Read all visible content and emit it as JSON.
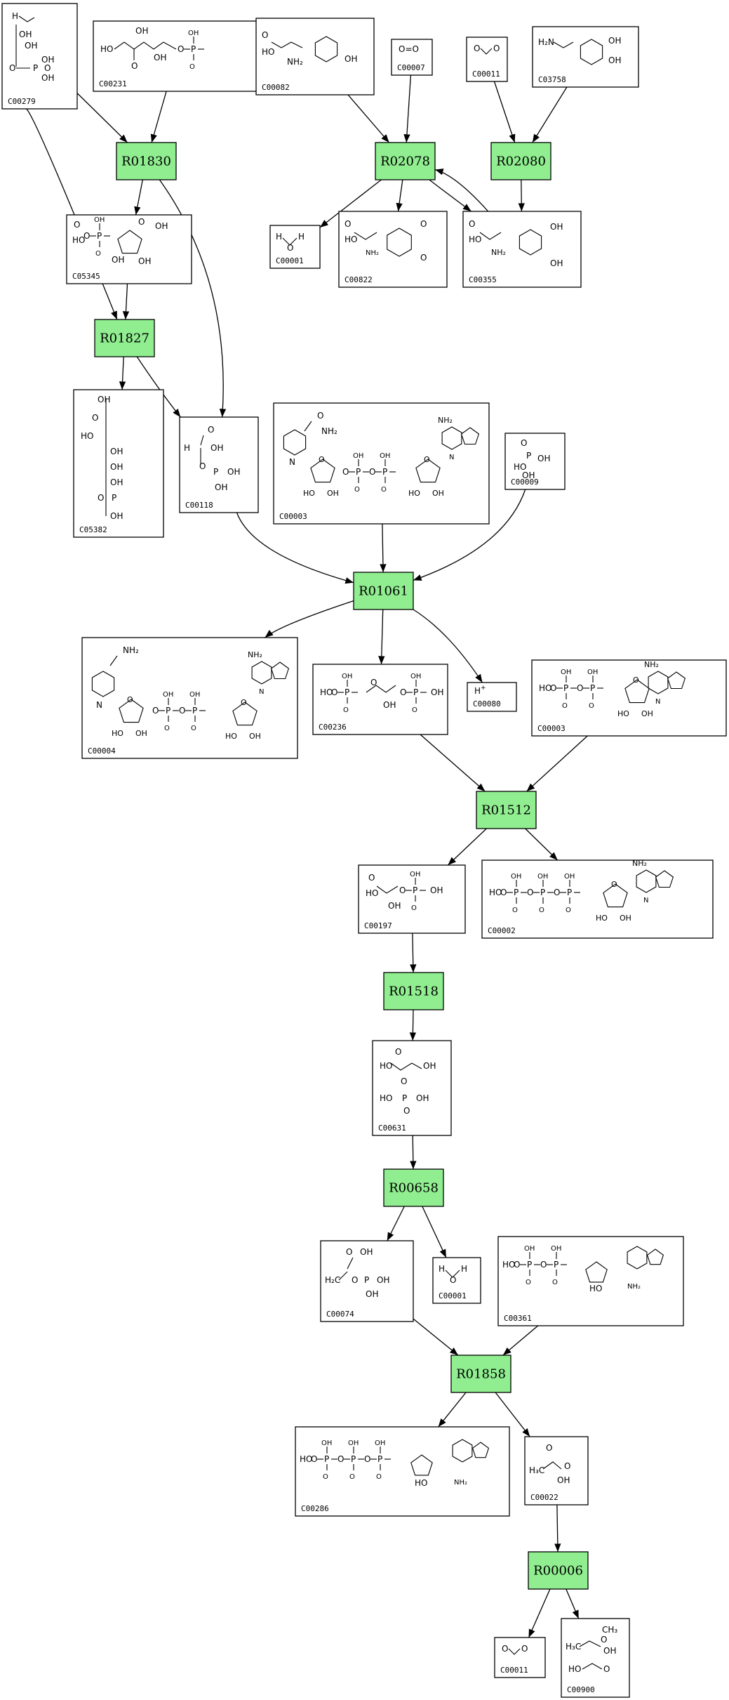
{
  "colors": {
    "reaction_fill": "#90ee90",
    "stroke": "#000000",
    "background": "#ffffff"
  },
  "reactions": [
    {
      "id": "R01830"
    },
    {
      "id": "R02078"
    },
    {
      "id": "R02080"
    },
    {
      "id": "R01827"
    },
    {
      "id": "R01061"
    },
    {
      "id": "R01512"
    },
    {
      "id": "R01518"
    },
    {
      "id": "R00658"
    },
    {
      "id": "R01858"
    },
    {
      "id": "R00006"
    }
  ],
  "compounds": [
    {
      "id": "C00279",
      "structure": "aldehyde / OH / OH / phosphate chain"
    },
    {
      "id": "C00231",
      "structure": "ketopentose phosphate chain"
    },
    {
      "id": "C00082",
      "structure": "L-tyrosine"
    },
    {
      "id": "C00007",
      "structure": "O=O"
    },
    {
      "id": "C00011",
      "structure": "O=C=O"
    },
    {
      "id": "C03758",
      "structure": "dopamine"
    },
    {
      "id": "C00001",
      "structure": "H2O"
    },
    {
      "id": "C00822",
      "structure": "dopaquinone"
    },
    {
      "id": "C00355",
      "structure": "L-DOPA"
    },
    {
      "id": "C05345",
      "structure": "fructofuranose 6-phosphate ring"
    },
    {
      "id": "C05382",
      "structure": "heptulose phosphate chain"
    },
    {
      "id": "C00118",
      "structure": "glyceraldehyde 3-phosphate"
    },
    {
      "id": "C00003",
      "structure": "NAD+"
    },
    {
      "id": "C00009",
      "structure": "phosphate"
    },
    {
      "id": "C00004",
      "structure": "NADH"
    },
    {
      "id": "C00236",
      "structure": "1,3-bisphosphoglycerate"
    },
    {
      "id": "C00080",
      "structure": "H+"
    },
    {
      "id": "C00008",
      "structure": "ADP",
      "label": "C00003"
    },
    {
      "id": "C00197",
      "structure": "3-phosphoglycerate"
    },
    {
      "id": "C00002",
      "structure": "ATP"
    },
    {
      "id": "C00631",
      "structure": "2-phosphoglycerate"
    },
    {
      "id": "C00001b",
      "structure": "H2O",
      "label": "C00001"
    },
    {
      "id": "C00074",
      "structure": "phosphoenolpyruvate"
    },
    {
      "id": "C00361",
      "structure": "dGDP"
    },
    {
      "id": "C00286",
      "structure": "dGTP"
    },
    {
      "id": "C00022",
      "structure": "pyruvate"
    },
    {
      "id": "C00011b",
      "structure": "O=C=O",
      "label": "C00011"
    },
    {
      "id": "C00900",
      "structure": "2-acetolactate fragments"
    }
  ],
  "edges": [
    {
      "from": "C00279",
      "to": "R01830"
    },
    {
      "from": "C00231",
      "to": "R01830"
    },
    {
      "from": "R01830",
      "to": "C05345"
    },
    {
      "from": "R01830",
      "to": "C00118"
    },
    {
      "from": "C00279",
      "to": "R01827"
    },
    {
      "from": "C05345",
      "to": "R01827"
    },
    {
      "from": "R01827",
      "to": "C05382"
    },
    {
      "from": "R01827",
      "to": "C00118"
    },
    {
      "from": "C00082",
      "to": "R02078"
    },
    {
      "from": "C00007",
      "to": "R02078"
    },
    {
      "from": "R02078",
      "to": "C00001"
    },
    {
      "from": "R02078",
      "to": "C00822"
    },
    {
      "from": "R02078",
      "to": "C00355"
    },
    {
      "from": "C00355",
      "to": "R02078"
    },
    {
      "from": "C00011",
      "to": "R02080"
    },
    {
      "from": "C03758",
      "to": "R02080"
    },
    {
      "from": "R02080",
      "to": "C00355"
    },
    {
      "from": "C00118",
      "to": "R01061"
    },
    {
      "from": "C00003",
      "to": "R01061"
    },
    {
      "from": "C00009",
      "to": "R01061"
    },
    {
      "from": "R01061",
      "to": "C00004"
    },
    {
      "from": "R01061",
      "to": "C00236"
    },
    {
      "from": "R01061",
      "to": "C00080"
    },
    {
      "from": "C00236",
      "to": "R01512"
    },
    {
      "from": "C00008",
      "to": "R01512"
    },
    {
      "from": "R01512",
      "to": "C00197"
    },
    {
      "from": "R01512",
      "to": "C00002"
    },
    {
      "from": "C00197",
      "to": "R01518"
    },
    {
      "from": "R01518",
      "to": "C00631"
    },
    {
      "from": "C00631",
      "to": "R00658"
    },
    {
      "from": "R00658",
      "to": "C00074"
    },
    {
      "from": "R00658",
      "to": "C00001b"
    },
    {
      "from": "C00074",
      "to": "R01858"
    },
    {
      "from": "C00361",
      "to": "R01858"
    },
    {
      "from": "R01858",
      "to": "C00286"
    },
    {
      "from": "R01858",
      "to": "C00022"
    },
    {
      "from": "C00022",
      "to": "R00006"
    },
    {
      "from": "R00006",
      "to": "C00011b"
    },
    {
      "from": "R00006",
      "to": "C00900"
    }
  ]
}
